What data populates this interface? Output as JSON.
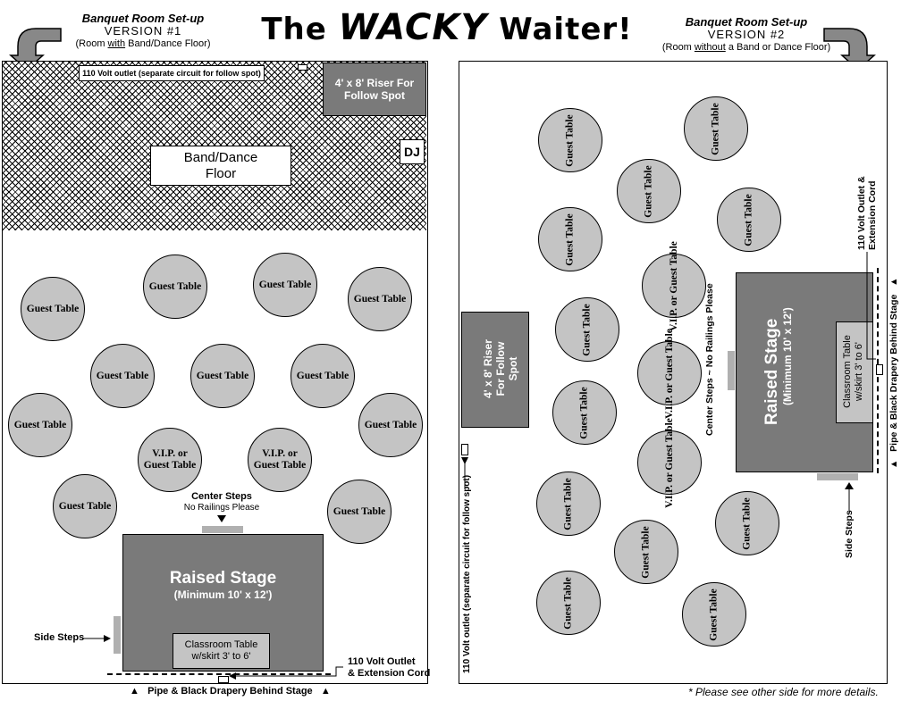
{
  "title": {
    "pre": "The ",
    "wacky": "WACKY",
    "post": " Waiter!"
  },
  "v1": {
    "heading": "Banquet Room Set-up",
    "version": "VERSION #1",
    "note_pre": "(Room ",
    "note_u": "with",
    "note_post": " Band/Dance Floor)",
    "outlet_top": "110 Volt outlet (separate circuit for follow spot)",
    "riser": "4' x 8' Riser For Follow Spot",
    "dance_floor": "Band/Dance Floor",
    "dj": "DJ",
    "guest": "Guest Table",
    "vip": "V.I.P. or Guest Table",
    "center_steps": "Center Steps",
    "no_railings": "No Railings Please",
    "stage_title": "Raised Stage",
    "stage_size": "(Minimum 10' x 12')",
    "classroom": "Classroom Table w/skirt 3' to 6'",
    "side_steps": "Side Steps",
    "outlet_bottom_1": "110 Volt Outlet",
    "outlet_bottom_2": "& Extension Cord",
    "drapery": "Pipe & Black Drapery Behind Stage"
  },
  "v2": {
    "heading": "Banquet Room Set-up",
    "version": "VERSION #2",
    "note_pre": "(Room ",
    "note_u": "without",
    "note_post": " a Band or Dance Floor)",
    "riser": "4' x 8' Riser For Follow Spot",
    "outlet_left": "110 Volt outlet (separate circuit for follow spot)",
    "guest": "Guest Table",
    "vip": "V.I.P. or Guest Table",
    "center_steps": "Center Steps ~ No Railings Please",
    "stage_title": "Raised Stage",
    "stage_size": "(Minimum 10' x 12')",
    "classroom": "Classroom Table w/skirt 3' to 6'",
    "side_steps": "Side Steps",
    "outlet_right": "110 Volt Outlet & Extension Cord",
    "drapery": "Pipe & Black Drapery Behind Stage"
  },
  "footnote": "*  Please see other side for more details."
}
